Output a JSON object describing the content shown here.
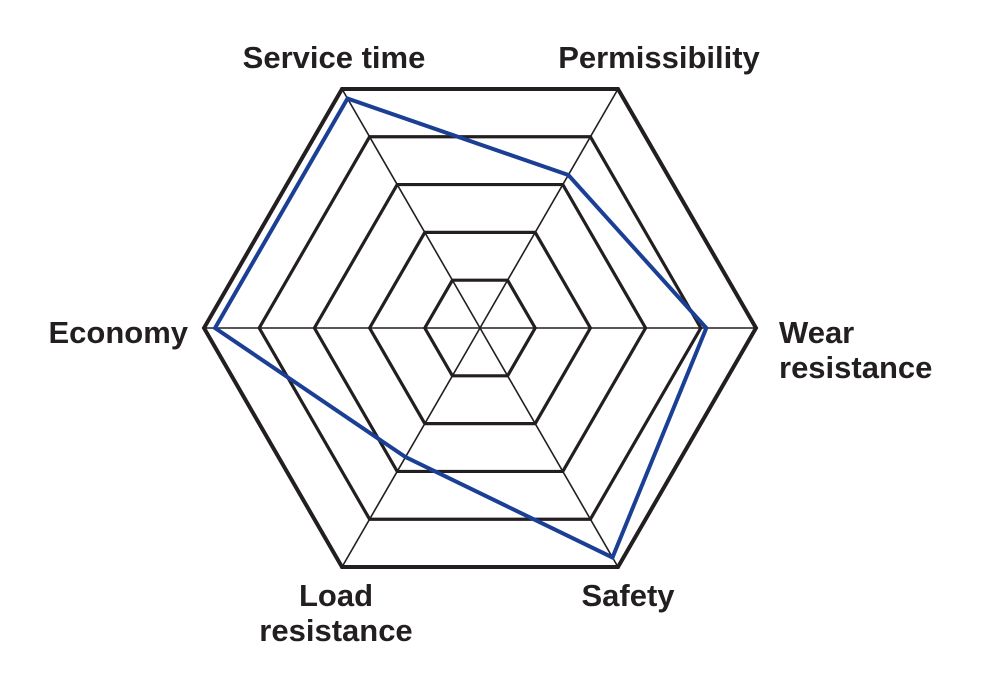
{
  "chart_data": {
    "type": "radar",
    "title": "",
    "axes": [
      {
        "key": "service_time",
        "lines": [
          "Service time"
        ]
      },
      {
        "key": "permissibility",
        "lines": [
          "Permissibility"
        ]
      },
      {
        "key": "wear_resistance",
        "lines": [
          "Wear",
          "resistance"
        ]
      },
      {
        "key": "safety",
        "lines": [
          "Safety"
        ]
      },
      {
        "key": "load_resistance",
        "lines": [
          "Load",
          "resistance"
        ]
      },
      {
        "key": "economy",
        "lines": [
          "Economy"
        ]
      }
    ],
    "range": [
      0,
      5
    ],
    "levels": 5,
    "grid": true,
    "legend": "none",
    "series": [
      {
        "values": [
          4.8,
          3.2,
          4.1,
          4.8,
          2.7,
          4.8
        ],
        "color": "#1a3f94"
      }
    ],
    "colors": {
      "grid": "#231f20",
      "text": "#231f20",
      "series": "#1a3f94"
    }
  }
}
